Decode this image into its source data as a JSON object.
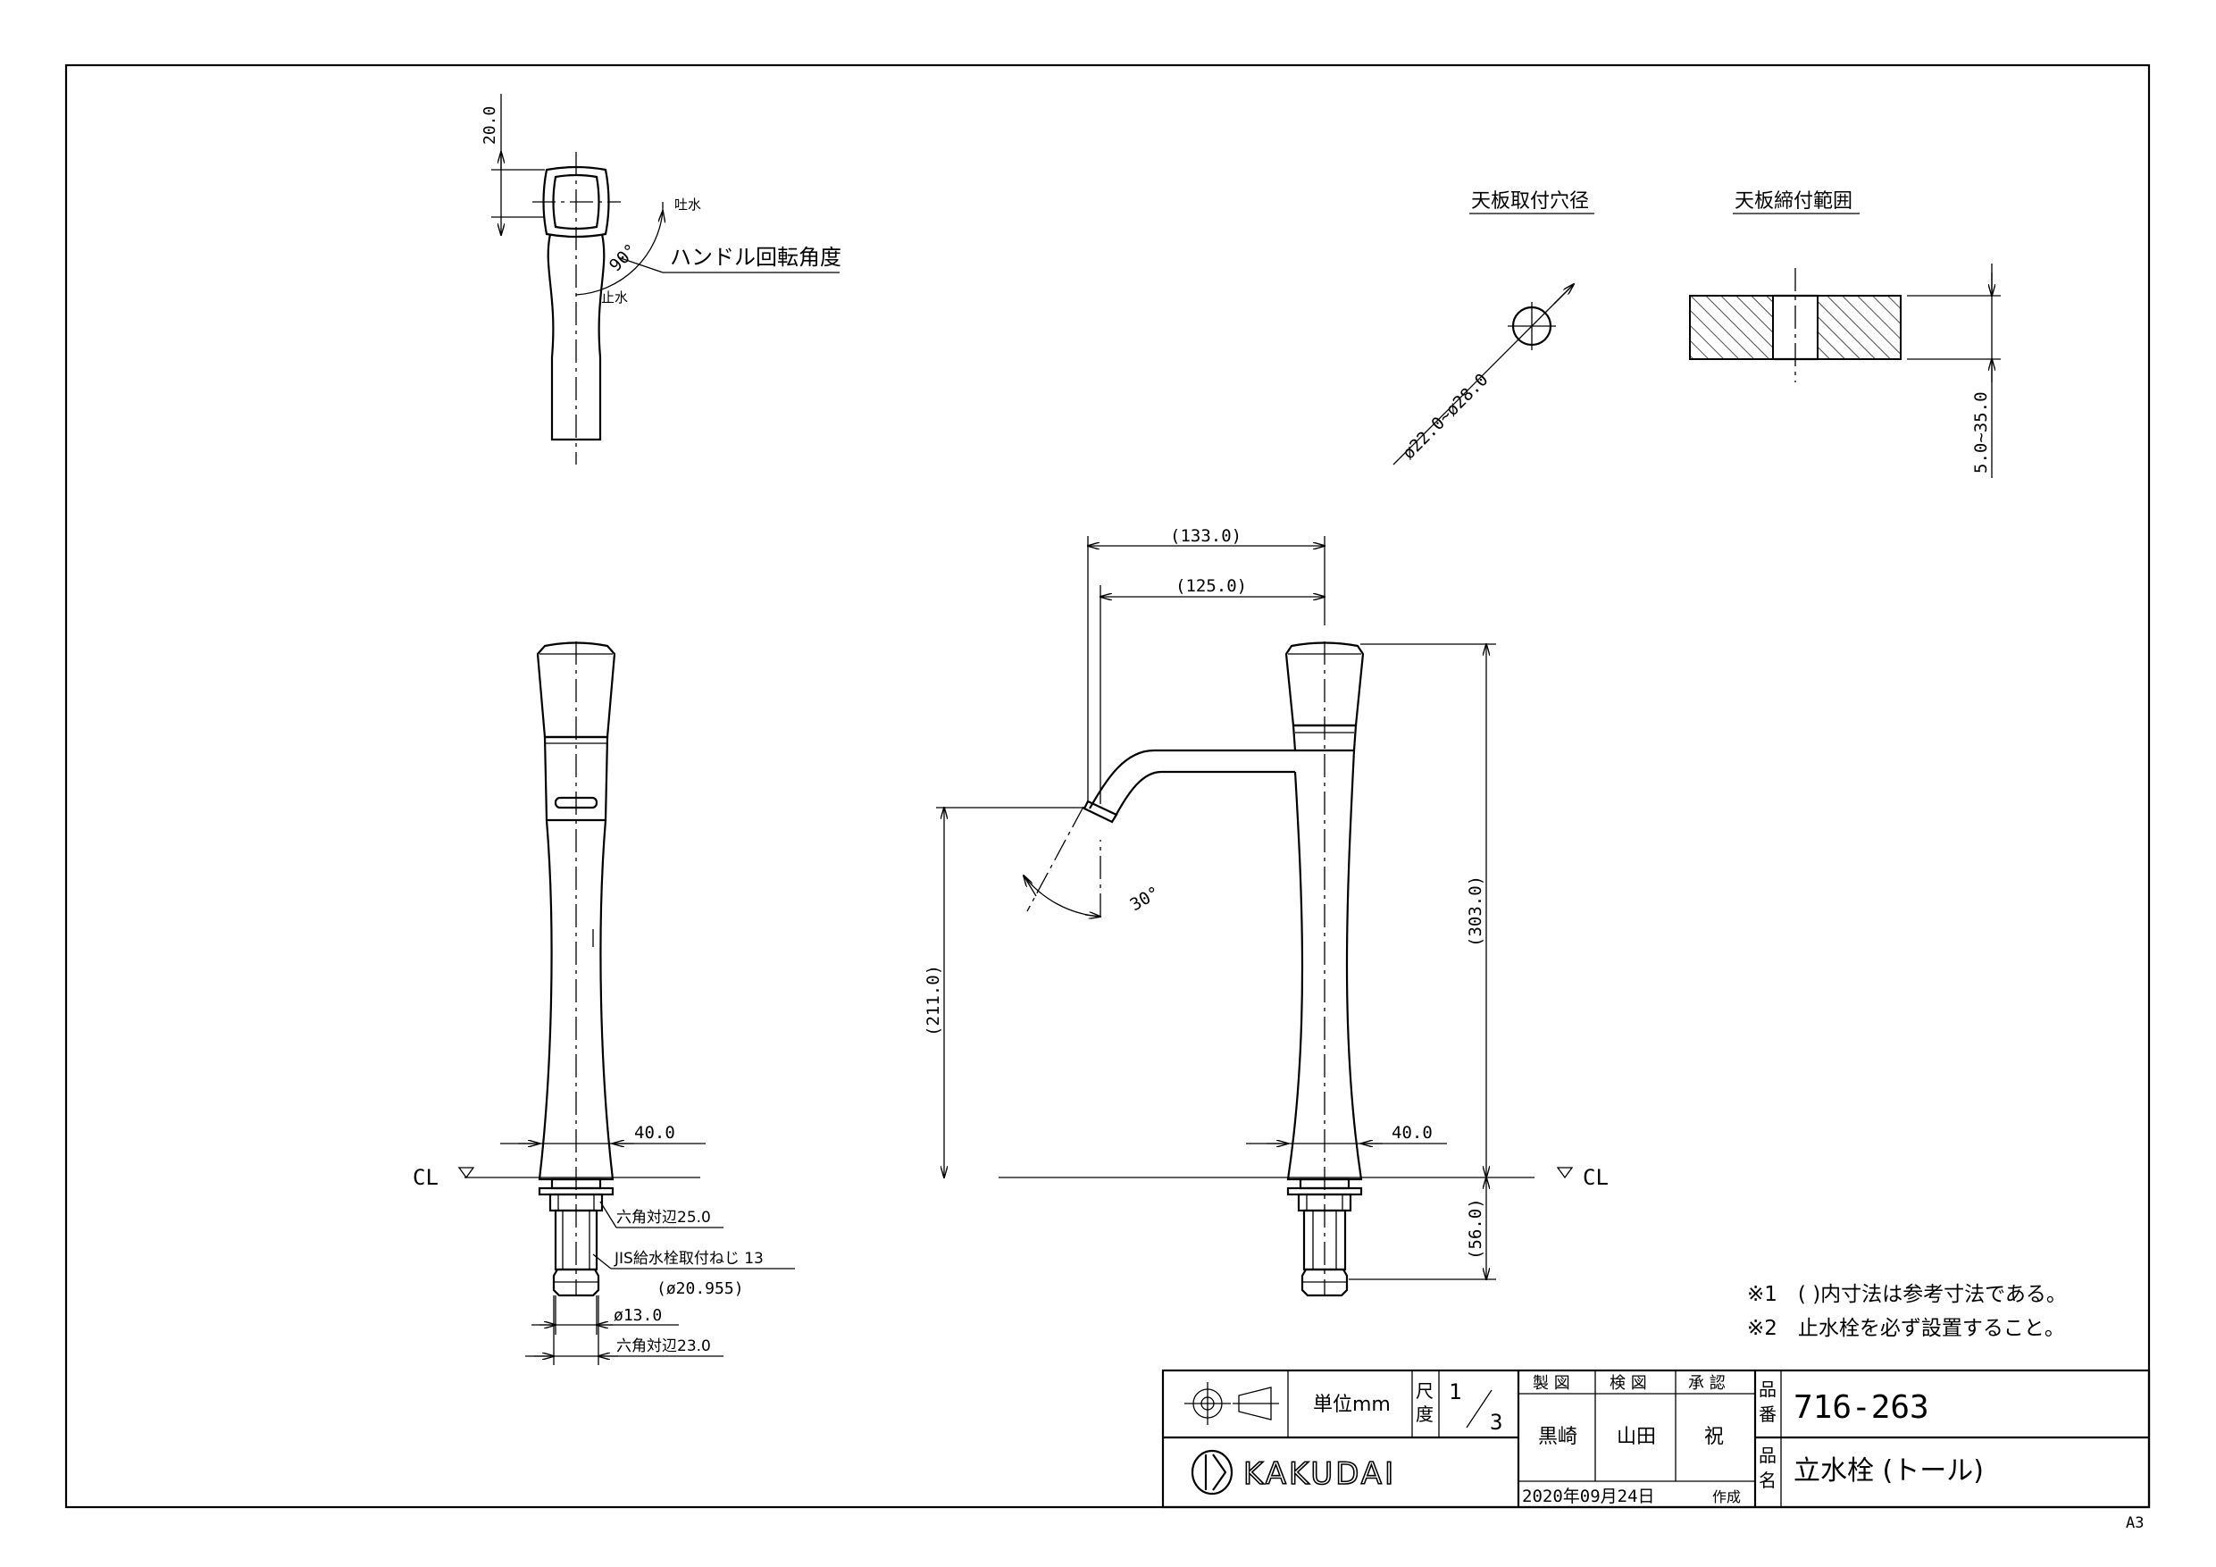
{
  "top_view": {
    "dim_height": "20.0",
    "outlet_label": "吐水",
    "stop_label": "止水",
    "angle": "90°",
    "handle_angle_label": "ハンドル回転角度"
  },
  "mount_hole": {
    "title": "天板取付穴径",
    "dim": "ø22.0~ø28.0"
  },
  "clamp_range": {
    "title": "天板締付範囲",
    "dim": "5.0~35.0"
  },
  "side_view": {
    "width_dim": "40.0",
    "cl_label": "CL",
    "hex_upper": "六角対辺25.0",
    "thread_label": "JIS給水栓取付ねじ 13",
    "thread_sub": "(ø20.955)",
    "pipe_dim": "ø13.0",
    "hex_lower": "六角対辺23.0"
  },
  "front_view": {
    "dim_133": "(133.0)",
    "dim_125": "(125.0)",
    "dim_303": "(303.0)",
    "dim_211": "(211.0)",
    "dim_56": "(56.0)",
    "angle": "30°",
    "width_dim": "40.0",
    "cl_label": "CL"
  },
  "notes": [
    "※1　( )内寸法は参考寸法である。",
    "※2　止水栓を必ず設置すること。"
  ],
  "title_block": {
    "unit_label": "単位mm",
    "scale_label_1": "尺",
    "scale_label_2": "度",
    "scale_num": "1",
    "scale_den": "3",
    "roles": [
      "製 図",
      "検 図",
      "承 認"
    ],
    "names": [
      "黒崎",
      "山田",
      "祝"
    ],
    "part_no_label_1": "品",
    "part_no_label_2": "番",
    "part_no": "716-263",
    "name_label_1": "品",
    "name_label_2": "名",
    "product_name": "立水栓 (トール)",
    "company": "KAKUDAI",
    "date": "2020年09月24日",
    "date_suffix": "作成"
  },
  "sheet_size": "A3"
}
